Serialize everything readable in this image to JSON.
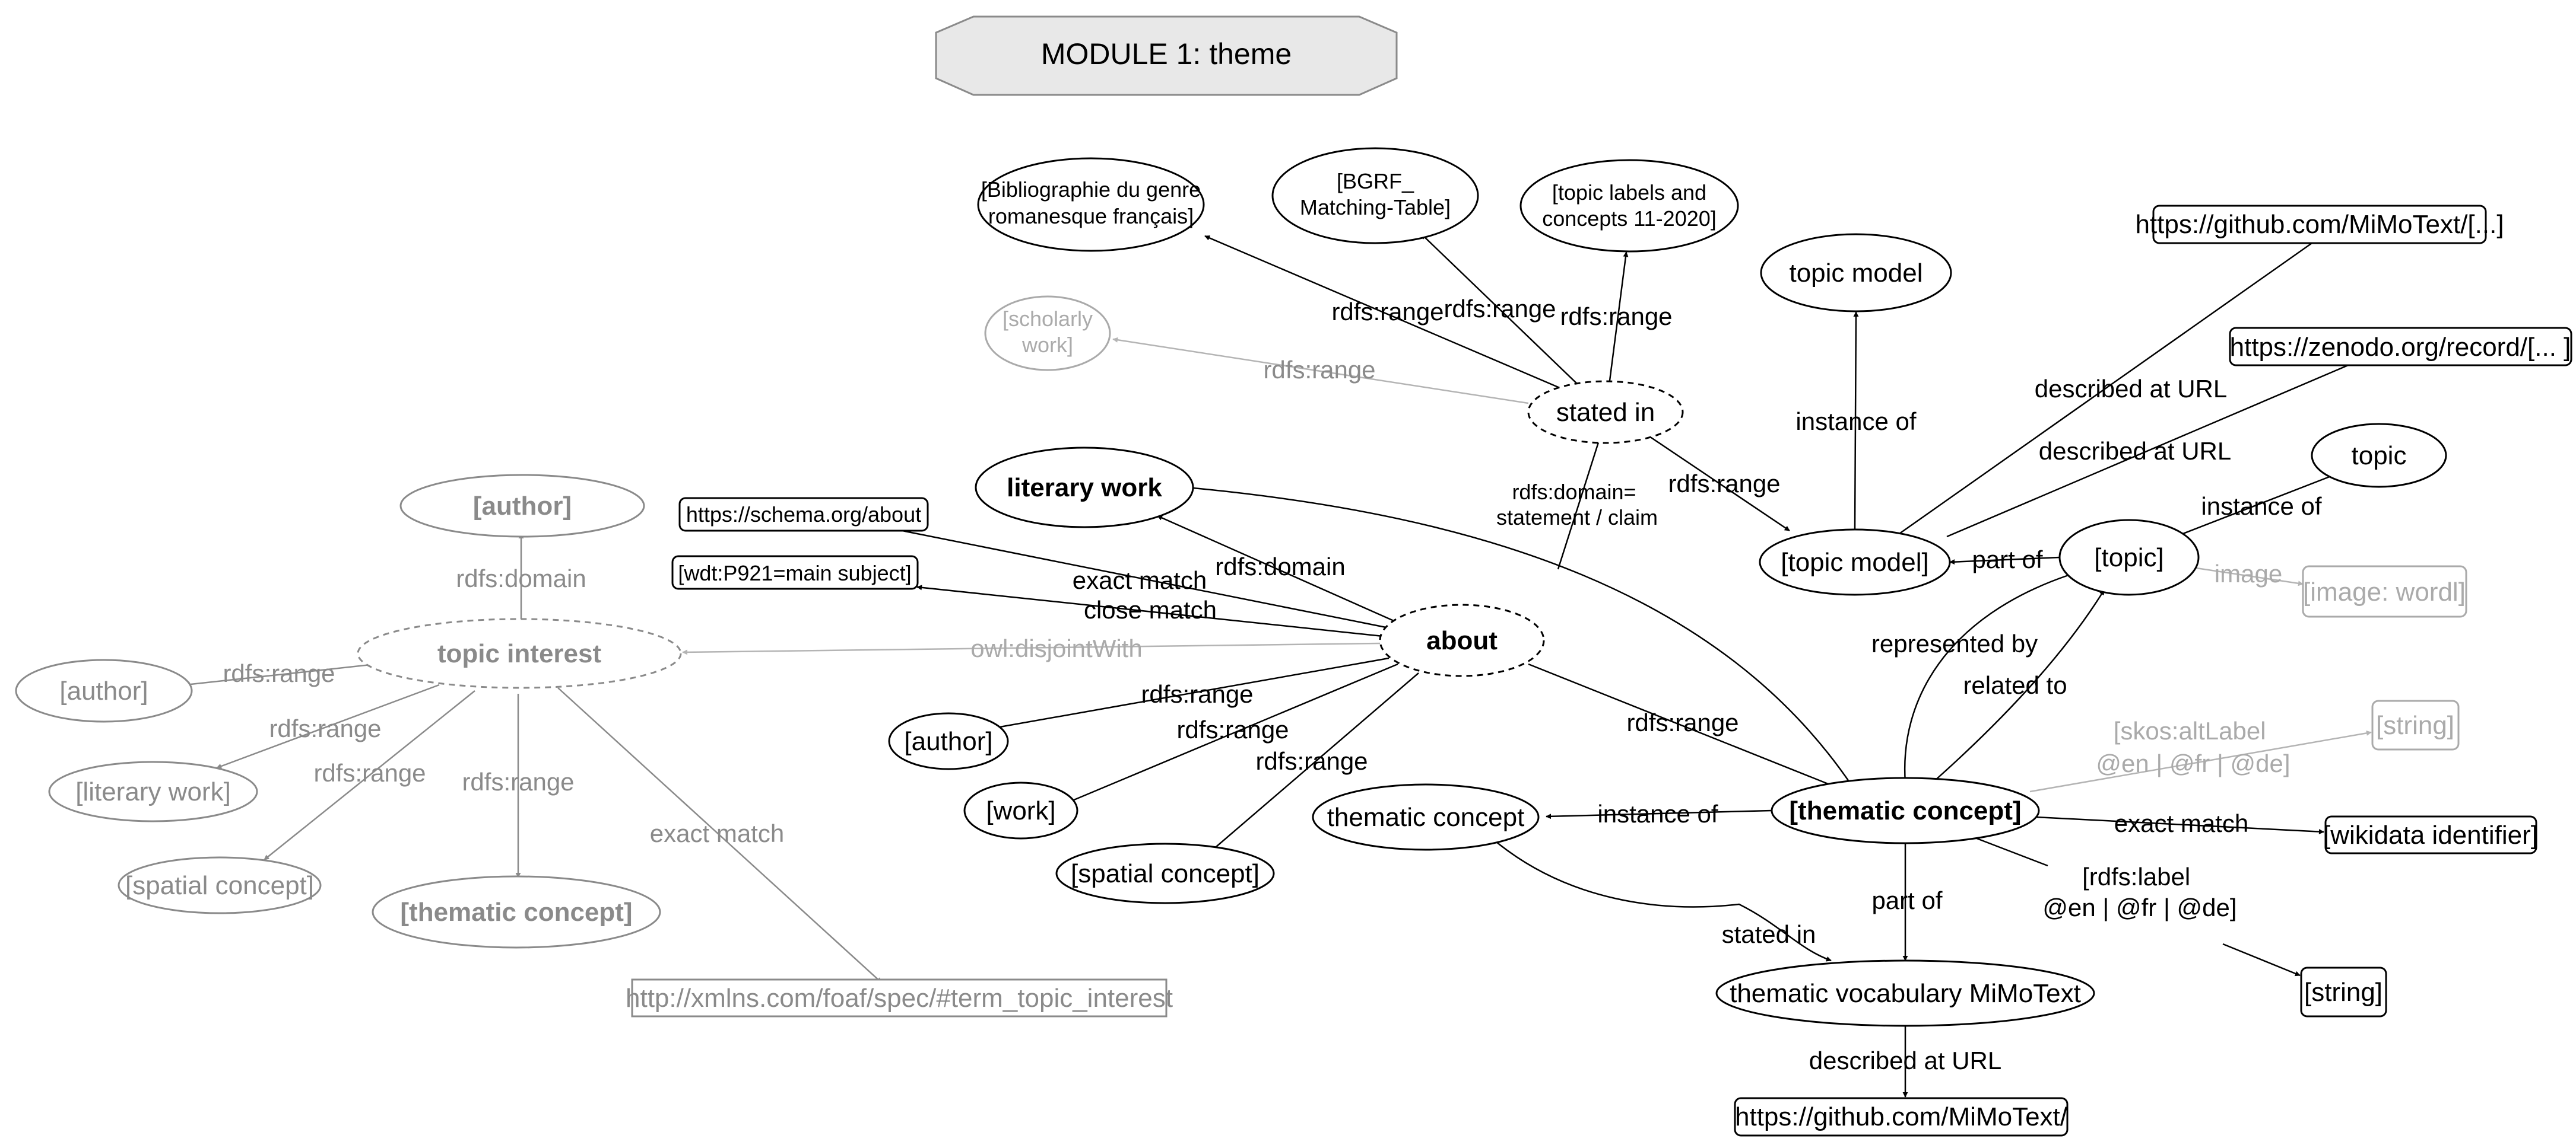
{
  "title": "MODULE 1: theme",
  "nodes": {
    "bgrf": [
      "[Bibliographie du genre",
      "romanesque français]"
    ],
    "bgrf_table": [
      "[BGRF_",
      "Matching-Table]"
    ],
    "topic_labels": [
      "[topic labels and",
      "concepts 11-2020]"
    ],
    "scholarly_work": [
      "[scholarly",
      "work]"
    ],
    "stated_in_node": "stated in",
    "topic_model_class": "topic model",
    "github_url": "https://github.com/MiMoText/[...]",
    "zenodo_url": "https://zenodo.org/record/[... ]",
    "topic_class": "topic",
    "topic_model_inst": "[topic model]",
    "topic_inst": "[topic]",
    "image_wordl": "[image: wordl]",
    "literary_work": "literary work",
    "schema_about": "https://schema.org/about",
    "wdt_p921": "[wdt:P921=main subject]",
    "about": "about",
    "author_top": "[author]",
    "topic_interest": "topic interest",
    "author_left": "[author]",
    "literary_work_inst": "[literary work]",
    "spatial_concept_gray": "[spatial concept]",
    "thematic_concept_gray": "[thematic concept]",
    "foaf_url": "http://xmlns.com/foaf/spec/#term_topic_interest",
    "author_inst": "[author]",
    "work_inst": "[work]",
    "spatial_concept_inst": "[spatial concept]",
    "thematic_concept_class": "thematic concept",
    "thematic_concept_inst": "[thematic concept]",
    "string_alt": "[string]",
    "wikidata_id": "[wikidata identifier]",
    "string_label": "[string]",
    "thematic_vocab": "thematic vocabulary MiMoText",
    "github_url2": "https://github.com/MiMoText/"
  },
  "edges": {
    "rdfs_range": "rdfs:range",
    "rdfs_domain": "rdfs:domain",
    "domain_statement": [
      "rdfs:domain=",
      "statement / claim"
    ],
    "instance_of": "instance of",
    "described_at_url": "described at URL",
    "part_of": "part of",
    "image": "image",
    "represented_by": "represented by",
    "related_to": "related to",
    "exact_match": "exact match",
    "close_match": "close match",
    "owl_disjoint": "owl:disjointWith",
    "skos_altlabel": [
      "[skos:altLabel",
      "@en | @fr | @de]"
    ],
    "rdfs_label": [
      "[rdfs:label",
      "@en | @fr | @de]"
    ],
    "stated_in": "stated in"
  },
  "colors": {
    "dark": "#000000",
    "gray": "#8a8a8a",
    "light": "#aaaaaa",
    "title_fill": "#e8e8e8"
  }
}
